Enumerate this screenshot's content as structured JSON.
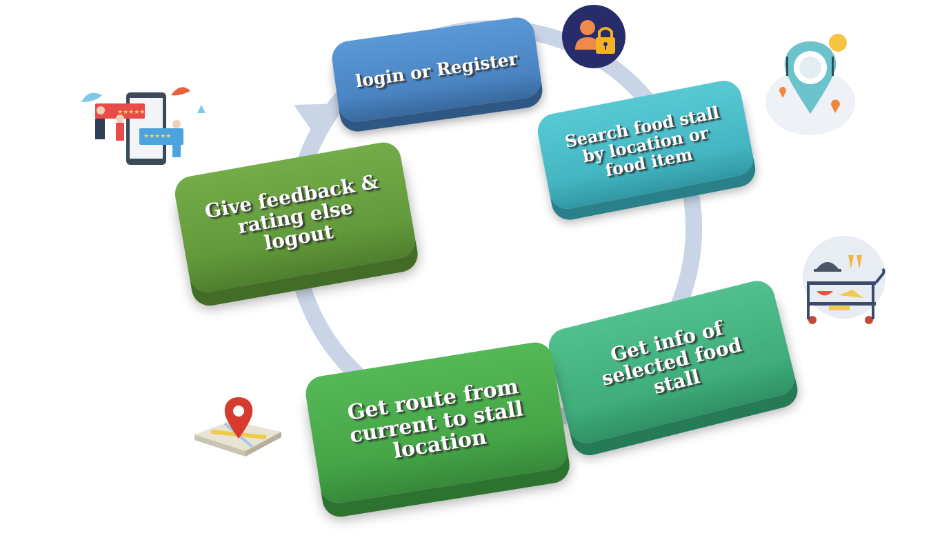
{
  "steps": [
    {
      "id": "login",
      "lines": [
        "login or Register"
      ],
      "color": "#4a84c2"
    },
    {
      "id": "search",
      "lines": [
        "Search food stall",
        "by location or",
        "food item"
      ],
      "color": "#44b6c2"
    },
    {
      "id": "info",
      "lines": [
        "Get info of",
        "selected food",
        "stall"
      ],
      "color": "#40ad7c"
    },
    {
      "id": "route",
      "lines": [
        "Get route from",
        "current to stall",
        "location"
      ],
      "color": "#45a547"
    },
    {
      "id": "feedback",
      "lines": [
        "Give feedback &",
        "rating else",
        "logout"
      ],
      "color": "#62993b"
    }
  ],
  "cycle_arrow_color": "#c9d5e6",
  "icons": {
    "login": "user-lock-icon",
    "search": "restaurant-map-pin-icon",
    "info": "serving-cart-icon",
    "route": "map-pin-icon",
    "feedback": "review-rating-icon"
  }
}
